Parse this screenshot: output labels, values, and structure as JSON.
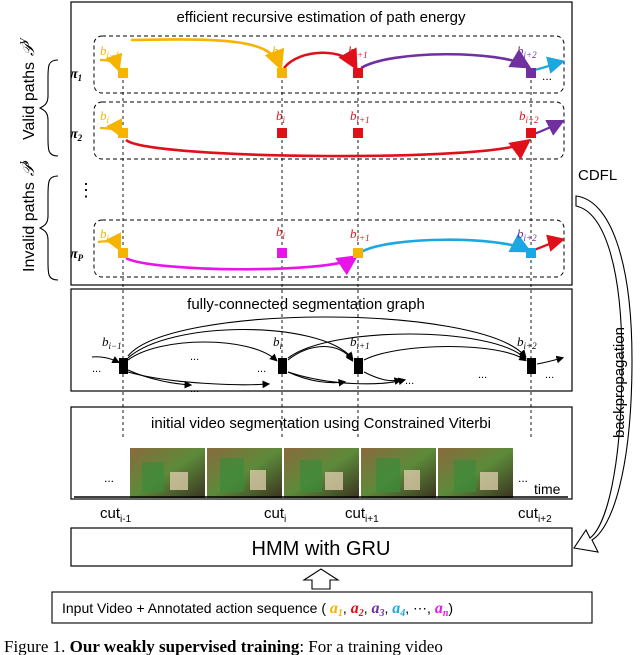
{
  "panels": {
    "energy_title": "efficient recursive estimation of path energy",
    "graph_title": "fully-connected segmentation graph",
    "viterbi_title": "initial video segmentation using Constrained Viterbi",
    "hmm_label": "HMM with GRU"
  },
  "side_labels": {
    "valid_paths": "Valid paths",
    "valid_symbol": "𝒫",
    "valid_sup": "V",
    "invalid_paths": "Invalid paths",
    "invalid_symbol": "𝒫",
    "invalid_sup": "I",
    "cdfl": "CDFL",
    "backprop": "backpropagation",
    "vdots": "⋮"
  },
  "paths": [
    {
      "name": "π",
      "sub": "1"
    },
    {
      "name": "π",
      "sub": "2"
    },
    {
      "name": "π",
      "sub": "P"
    }
  ],
  "boundary_labels": [
    {
      "base": "b",
      "sub": "i−1"
    },
    {
      "base": "b",
      "sub": "i"
    },
    {
      "base": "b",
      "sub": "i+1"
    },
    {
      "base": "b",
      "sub": "i+2"
    }
  ],
  "cuts": [
    {
      "base": "cut",
      "sub": "i-1"
    },
    {
      "base": "cut",
      "sub": "i"
    },
    {
      "base": "cut",
      "sub": "i+1"
    },
    {
      "base": "cut",
      "sub": "i+2"
    }
  ],
  "ellipsis": "...",
  "time_label": "time",
  "input_row": {
    "prefix": "Input Video + Annotated action sequence (",
    "actions": [
      {
        "base": "a",
        "sub": "1",
        "color": "#f5b400"
      },
      {
        "base": "a",
        "sub": "2",
        "color": "#e0101a"
      },
      {
        "base": "a",
        "sub": "3",
        "color": "#7030a0"
      },
      {
        "base": "a",
        "sub": "4",
        "color": "#1ba8e0"
      },
      {
        "base": "a",
        "sub": "n",
        "color": "#e815e8"
      }
    ],
    "dots": "⋯",
    "suffix": ")"
  },
  "caption": {
    "prefix": "Figure 1. ",
    "bold": "Our weakly supervised training",
    "rest": ": For a training video"
  },
  "colors": {
    "yellow": "#f5b400",
    "red": "#e0101a",
    "purple": "#7030a0",
    "cyan": "#1ba8e0",
    "magenta": "#e815e8"
  }
}
